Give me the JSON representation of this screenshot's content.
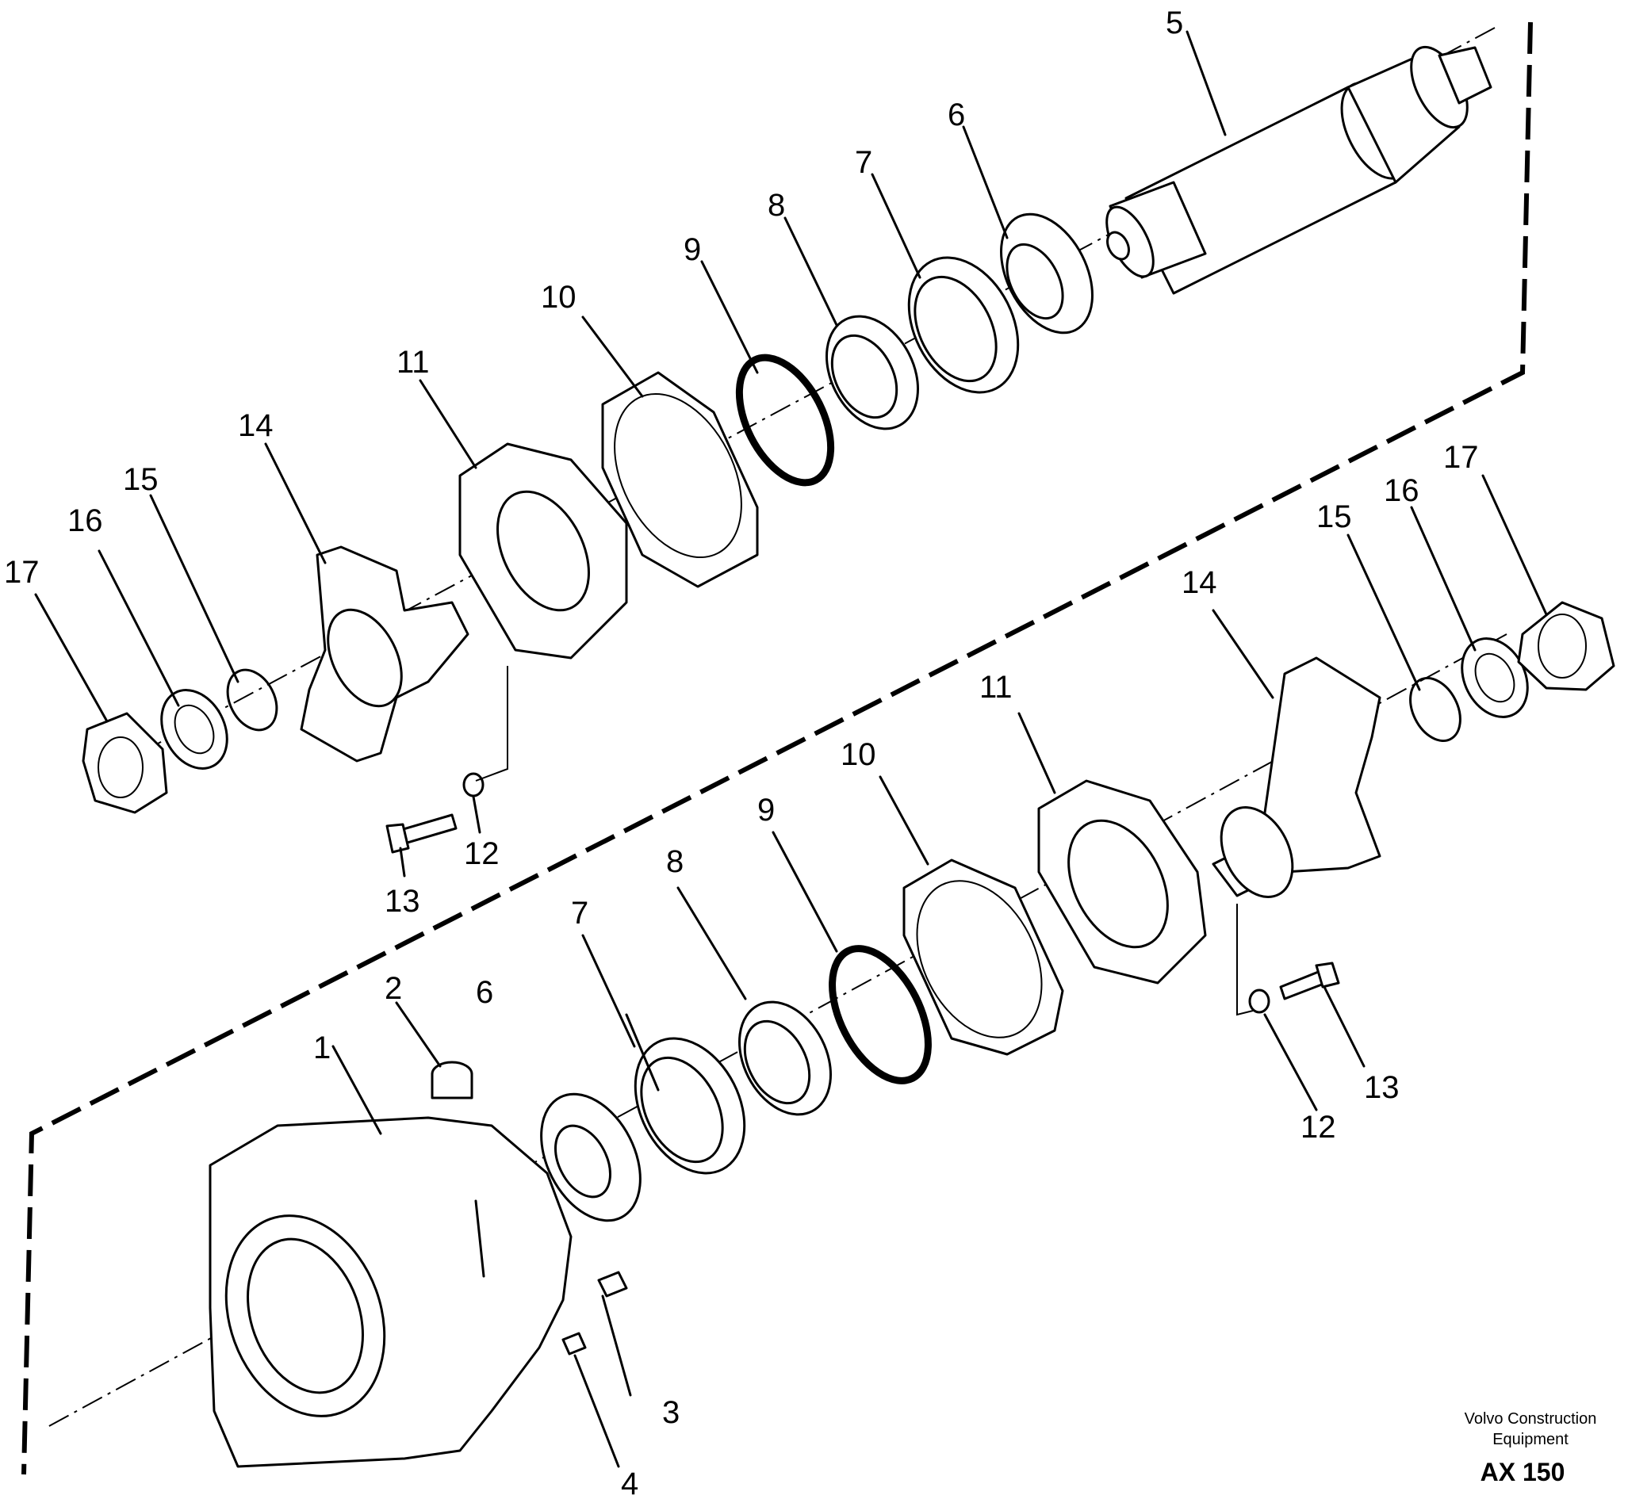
{
  "drawing": {
    "publisher_line1": "Volvo Construction",
    "publisher_line2": "Equipment",
    "drawing_code": "AX 150"
  },
  "callouts": {
    "upper": {
      "n5": "5",
      "n6": "6",
      "n7": "7",
      "n8": "8",
      "n9": "9",
      "n10": "10",
      "n11": "11",
      "n12": "12",
      "n13": "13",
      "n14": "14",
      "n15": "15",
      "n16": "16",
      "n17": "17"
    },
    "lower": {
      "n1": "1",
      "n2": "2",
      "n3": "3",
      "n4": "4",
      "n6": "6",
      "n7": "7",
      "n8": "8",
      "n9": "9",
      "n10": "10",
      "n11": "11",
      "n12": "12",
      "n13": "13",
      "n14": "14",
      "n15": "15",
      "n16": "16",
      "n17": "17"
    }
  }
}
